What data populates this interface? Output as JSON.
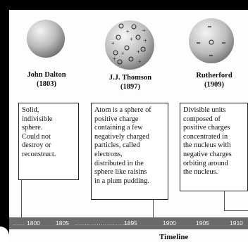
{
  "scientists": [
    {
      "name": "John Dalton",
      "year": "(1803)",
      "description": "Solid,\nindivisible\nsphere.\nCould not\ndestroy or\nreconstruct."
    },
    {
      "name": "J.J. Thomson",
      "year": "(1897)",
      "description": "Atom is a sphere of\npositive charge\ncontaining a few\nnegatively charged\nparticles, called\nelectrons,\ndistributed in the\nsphere like raisins\nin a plum pudding."
    },
    {
      "name": "Rutherford",
      "year": "(1909)",
      "description": "Divisible units\ncomposed of\npositive charges\nconcentrated in\nthe nucleus with\nnegative charges\norbiting around\nthe nucleus."
    }
  ],
  "timeline": {
    "ticks": [
      "1800",
      "1805",
      "1895",
      "1900",
      "1905",
      "1910"
    ],
    "label": "Timeline"
  },
  "colors": {
    "timeline_bar": "#6b6b6b",
    "sphere_light": "#f2f2f2",
    "sphere_dark": "#7a7a7a"
  }
}
